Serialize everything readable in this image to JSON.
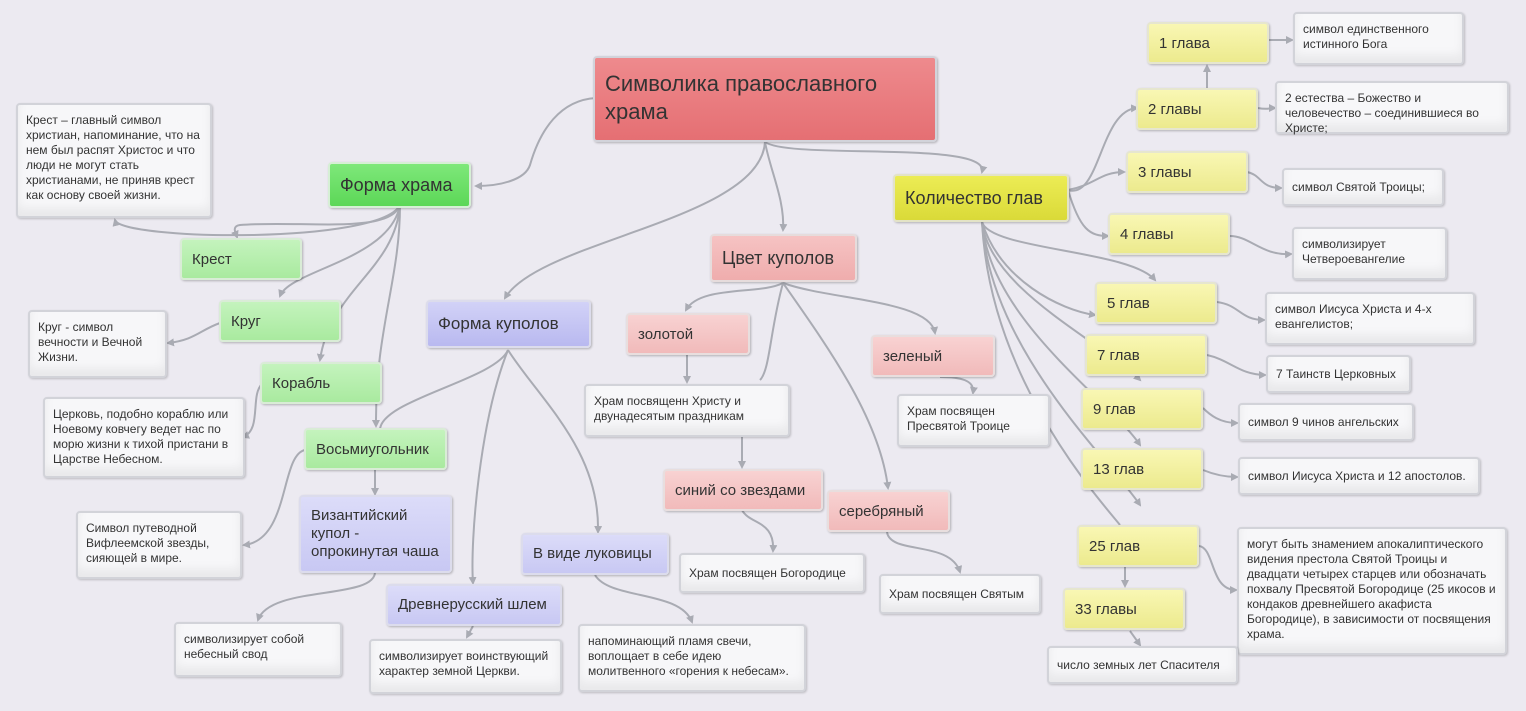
{
  "root": "Символика православного храма",
  "shape": {
    "title": "Форма храма",
    "items": [
      "Крест",
      "Круг",
      "Корабль",
      "Восьмиугольник"
    ],
    "notes": {
      "cross": "Крест – главный символ христиан,  напоминание, что на нем был распят Христос и что люди не могут стать христианами, не приняв крест как основу своей жизни.",
      "circle": "Круг - символ вечности и Вечной Жизни.",
      "ship": "Церковь, подобно кораблю или Ноевому ковчегу ведет нас по морю жизни к тихой пристани в Царстве Небесном.",
      "octagon": "Символ путеводной Вифлеемской звезды, сияющей в мире."
    }
  },
  "domes_shape": {
    "title": "Форма куполов",
    "items": [
      "Византийский купол - опрокинутая чаша",
      "Древнерусский шлем",
      "В виде луковицы"
    ],
    "notes": {
      "byzantine": "символизирует собой небесный свод",
      "helmet": "символизирует воинствующий характер земной Церкви.",
      "onion": "напоминающий пламя свечи, воплощает в себе идею молитвенного «горения к небесам»."
    }
  },
  "domes_color": {
    "title": "Цвет куполов",
    "items": [
      "золотой",
      "синий со звездами",
      "зеленый",
      "серебряный"
    ],
    "notes": {
      "gold": "Храм посвященн Христу и двунадесятым праздникам",
      "blue": "Храм посвящен Богородице",
      "green": "Храм посвящен Пресвятой Троице",
      "silver": "Храм посвящен Святым"
    }
  },
  "domes_count": {
    "title": "Количество глав",
    "items": [
      "1 глава",
      "2 главы",
      "3 главы",
      "4 главы",
      "5 глав",
      "7 глав",
      "9 глав",
      "13 глав",
      "25 глав",
      "33 главы"
    ],
    "notes": [
      "символ единственного истинного Бога",
      "2 естества – Божество и человечество – соединившиеся во Христе;",
      "символ  Святой Троицы;",
      "символизирует Четвероевангелие",
      "символ Иисуса Христа и 4-х евангелистов;",
      "7 Таинств Церковных",
      "символ  9 чинов ангельских",
      "символ Иисуса Христа и 12 апостолов.",
      "могут быть знамением апокалиптического видения престола Святой Троицы и двадцати четырех старцев или обозначать похвалу Пресвятой Богородице (25 икосов и кондаков древнейшего акафиста Богородице), в зависимости от посвящения храма.",
      "число земных лет Спасителя"
    ]
  }
}
